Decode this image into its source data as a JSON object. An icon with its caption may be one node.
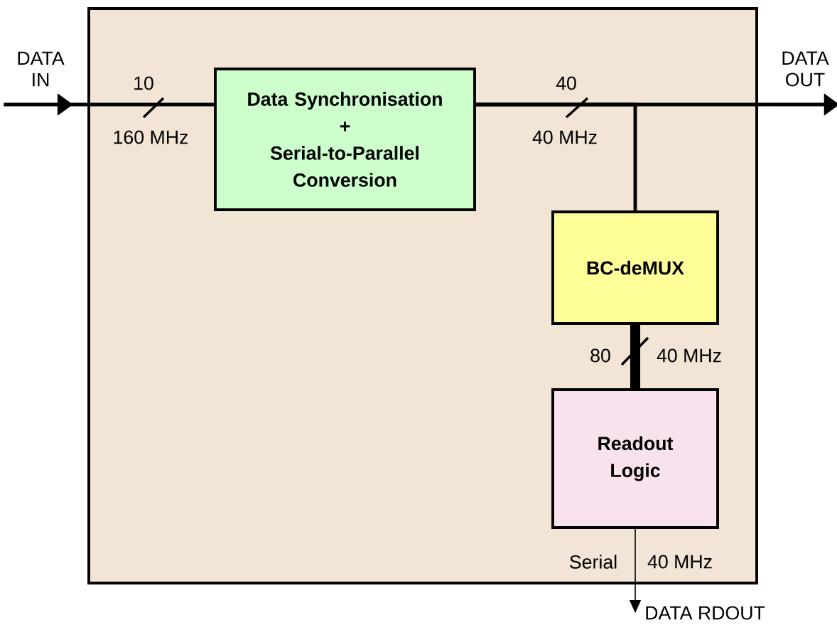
{
  "diagram": {
    "nodes": [
      {
        "text": [],
        "shape": "box"
      },
      {
        "text": [
          "Data Synchronisation",
          "+",
          "Serial-to-Parallel Conversion"
        ],
        "in": 0
      },
      {
        "text": [
          "BC-deMUX"
        ],
        "in": 0
      },
      {
        "text": [
          "Readout Logic"
        ],
        "in": 0
      },
      {
        "text": [
          "DATA IN"
        ]
      },
      {
        "text": [
          "DATA OUT"
        ]
      },
      {
        "text": [
          "DATA RDOUT"
        ]
      }
    ],
    "edges": [
      {
        "from": 4,
        "to": 1,
        "arrow": "to",
        "label": "10"
      },
      {
        "from": 1,
        "to": 5,
        "arrow": "to",
        "label": "40"
      },
      {
        "from": 1,
        "to": 2,
        "arrow": "none"
      },
      {
        "from": 2,
        "to": 3,
        "arrow": "none",
        "label": "80",
        "style": "thick"
      },
      {
        "from": 3,
        "to": 6,
        "arrow": "to"
      }
    ],
    "labels": [
      "160 MHz",
      "40 MHz",
      "40 MHz",
      "Serial",
      "40 MHz"
    ]
  }
}
